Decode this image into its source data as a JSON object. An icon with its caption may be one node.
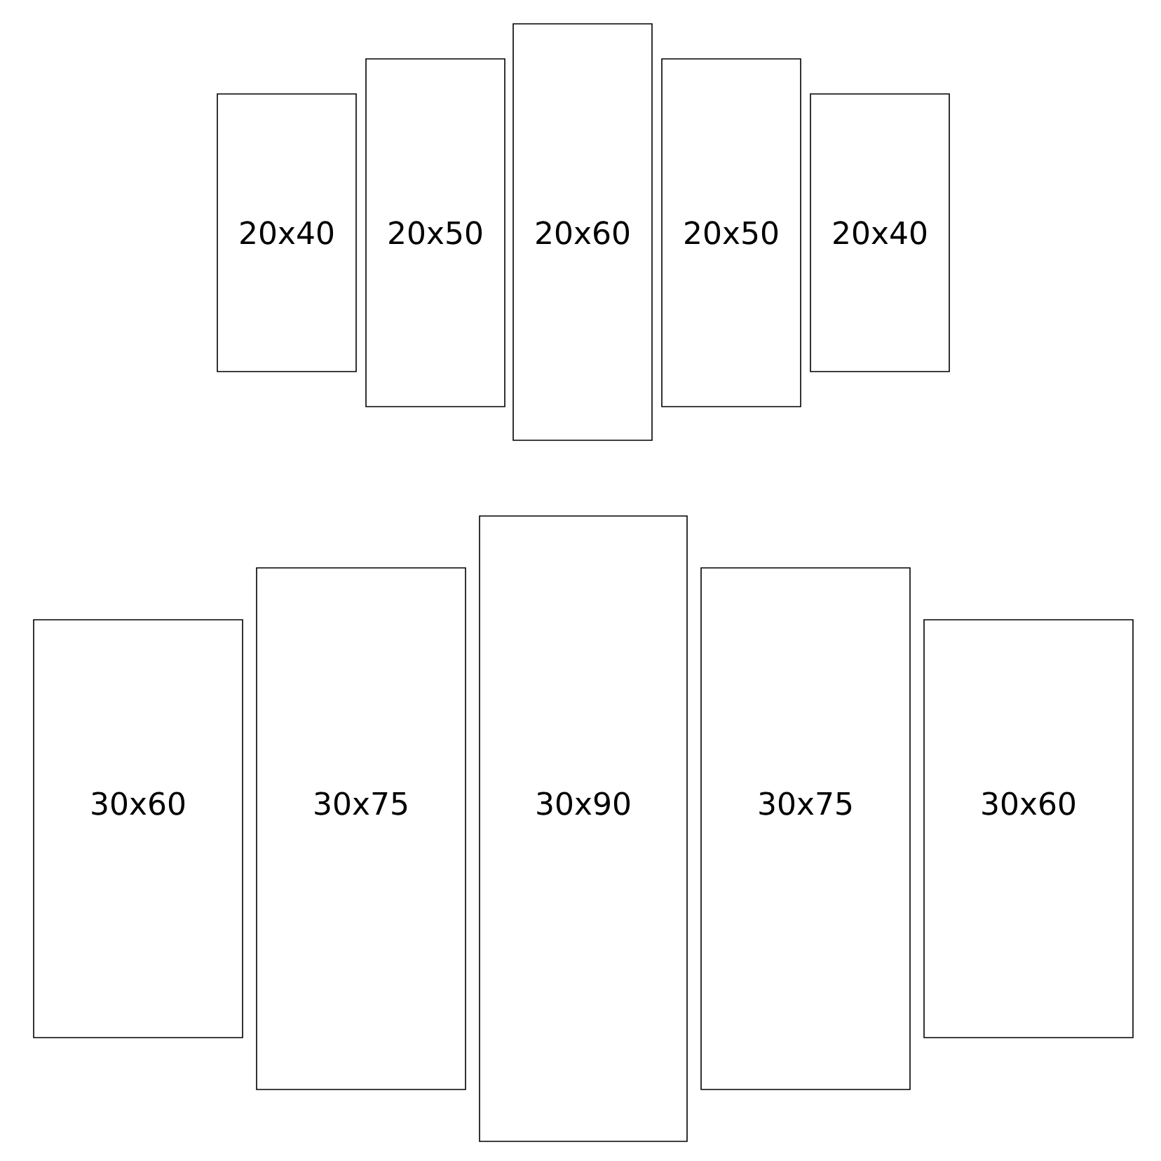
{
  "diagram": {
    "nodes": [
      {
        "text": [
          "20x40"
        ]
      },
      {
        "text": [
          "20x50"
        ]
      },
      {
        "text": [
          "20x60"
        ]
      },
      {
        "text": [
          "20x50"
        ]
      },
      {
        "text": [
          "20x40"
        ]
      },
      {
        "text": [
          "30x60"
        ]
      },
      {
        "text": [
          "30x75"
        ]
      },
      {
        "text": [
          "30x90"
        ]
      },
      {
        "text": [
          "30x75"
        ]
      },
      {
        "text": [
          "30x60"
        ]
      }
    ]
  }
}
